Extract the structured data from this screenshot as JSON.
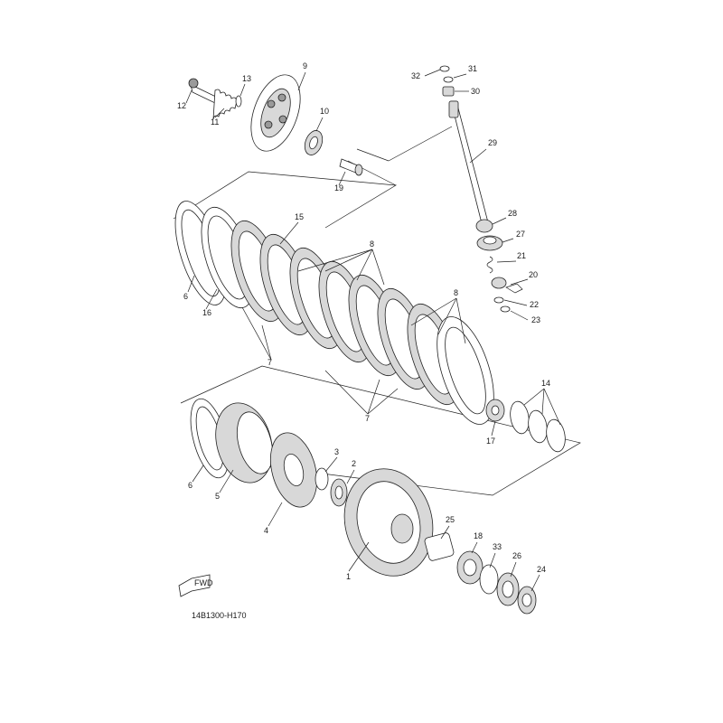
{
  "diagram": {
    "code": "14B1300-H170",
    "fwd_label": "FWD",
    "callouts": [
      {
        "id": "c1",
        "text": "1"
      },
      {
        "id": "c2",
        "text": "2"
      },
      {
        "id": "c3",
        "text": "3"
      },
      {
        "id": "c4",
        "text": "4"
      },
      {
        "id": "c5",
        "text": "5"
      },
      {
        "id": "c6a",
        "text": "6"
      },
      {
        "id": "c6b",
        "text": "6"
      },
      {
        "id": "c7a",
        "text": "7"
      },
      {
        "id": "c7b",
        "text": "7"
      },
      {
        "id": "c8a",
        "text": "8"
      },
      {
        "id": "c8b",
        "text": "8"
      },
      {
        "id": "c9",
        "text": "9"
      },
      {
        "id": "c10",
        "text": "10"
      },
      {
        "id": "c11",
        "text": "11"
      },
      {
        "id": "c12",
        "text": "12"
      },
      {
        "id": "c13",
        "text": "13"
      },
      {
        "id": "c14",
        "text": "14"
      },
      {
        "id": "c15",
        "text": "15"
      },
      {
        "id": "c16",
        "text": "16"
      },
      {
        "id": "c17",
        "text": "17"
      },
      {
        "id": "c18",
        "text": "18"
      },
      {
        "id": "c19",
        "text": "19"
      },
      {
        "id": "c20",
        "text": "20"
      },
      {
        "id": "c21",
        "text": "21"
      },
      {
        "id": "c22",
        "text": "22"
      },
      {
        "id": "c23",
        "text": "23"
      },
      {
        "id": "c24",
        "text": "24"
      },
      {
        "id": "c25",
        "text": "25"
      },
      {
        "id": "c26",
        "text": "26"
      },
      {
        "id": "c27",
        "text": "27"
      },
      {
        "id": "c28",
        "text": "28"
      },
      {
        "id": "c29",
        "text": "29"
      },
      {
        "id": "c30",
        "text": "30"
      },
      {
        "id": "c31",
        "text": "31"
      },
      {
        "id": "c32",
        "text": "32"
      },
      {
        "id": "c33",
        "text": "33"
      }
    ]
  }
}
